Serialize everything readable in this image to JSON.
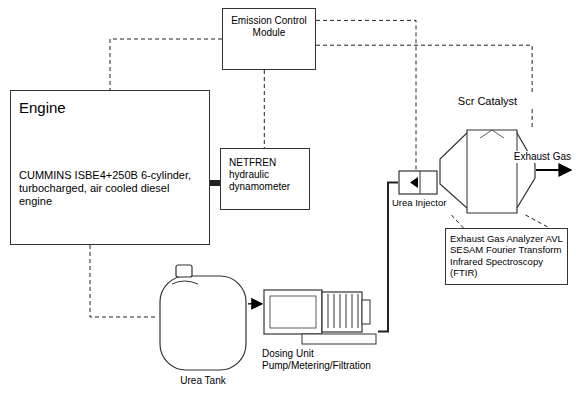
{
  "diagram": {
    "nodes": [
      {
        "text": [
          "Engine",
          "CUMMINS ISBE4+250B 6-cylinder, turbocharged, air cooled diesel engine"
        ]
      },
      {
        "text": [
          "Emission Control Module"
        ]
      },
      {
        "text": [
          "NETFREN hydraulic dynamometer"
        ]
      },
      {
        "text": [
          "Urea Tank"
        ]
      },
      {
        "text": [
          "Dosing Unit Pump/Metering/Filtration"
        ]
      },
      {
        "text": [
          "Urea Injector"
        ]
      },
      {
        "text": [
          "Scr Catalyst"
        ]
      },
      {
        "text": [
          "Exhaust Gas Analyzer AVL SESAM Fourier Transform Infrared Spectroscopy (FTIR)"
        ]
      }
    ],
    "edges": [
      {
        "from": 0,
        "to": 2,
        "arrow": "none"
      },
      {
        "from": 1,
        "to": 2,
        "arrow": "none"
      },
      {
        "from": 1,
        "to": 0,
        "arrow": "none"
      },
      {
        "from": 1,
        "to": 5,
        "arrow": "none"
      },
      {
        "from": 1,
        "to": 6,
        "arrow": "none"
      },
      {
        "from": 0,
        "to": 3,
        "arrow": "none"
      },
      {
        "from": 3,
        "to": 4,
        "arrow": "to"
      },
      {
        "from": 4,
        "to": 5,
        "arrow": "none"
      },
      {
        "from": 6,
        "to": 7,
        "arrow": "none"
      },
      {
        "from": 6,
        "to": 7,
        "arrow": "none"
      }
    ],
    "labels": [
      "Exhaust Gas"
    ]
  }
}
